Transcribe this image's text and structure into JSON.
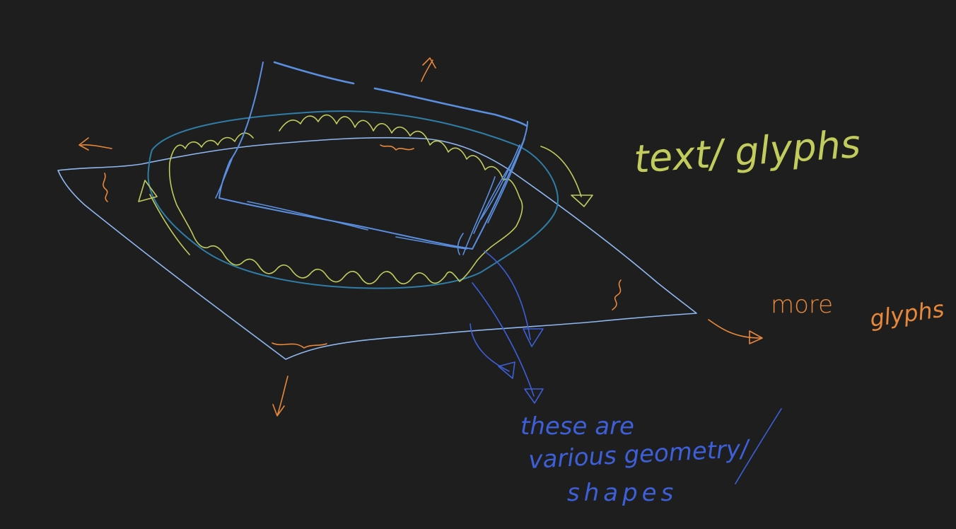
{
  "colors": {
    "background": "#1e1e1e",
    "lightBlue": "#8fb8f0",
    "blue": "#5a8fe0",
    "darkBlue": "#3d5fd8",
    "teal": "#2f7ea8",
    "yellowGreen": "#c2cc5c",
    "orange": "#e8883a"
  },
  "annotations": {
    "textGlyphs": "text/ glyphs",
    "moreGlyphs_word1": "more",
    "moreGlyphs_word2": "glyphs",
    "geometryLine1": "these are",
    "geometryLine2": "various geometry/",
    "geometryLine3": "shapes"
  },
  "icons": [
    "arrow-left-icon",
    "arrow-down-icon",
    "arrow-right-icon",
    "arrow-up-icon"
  ]
}
